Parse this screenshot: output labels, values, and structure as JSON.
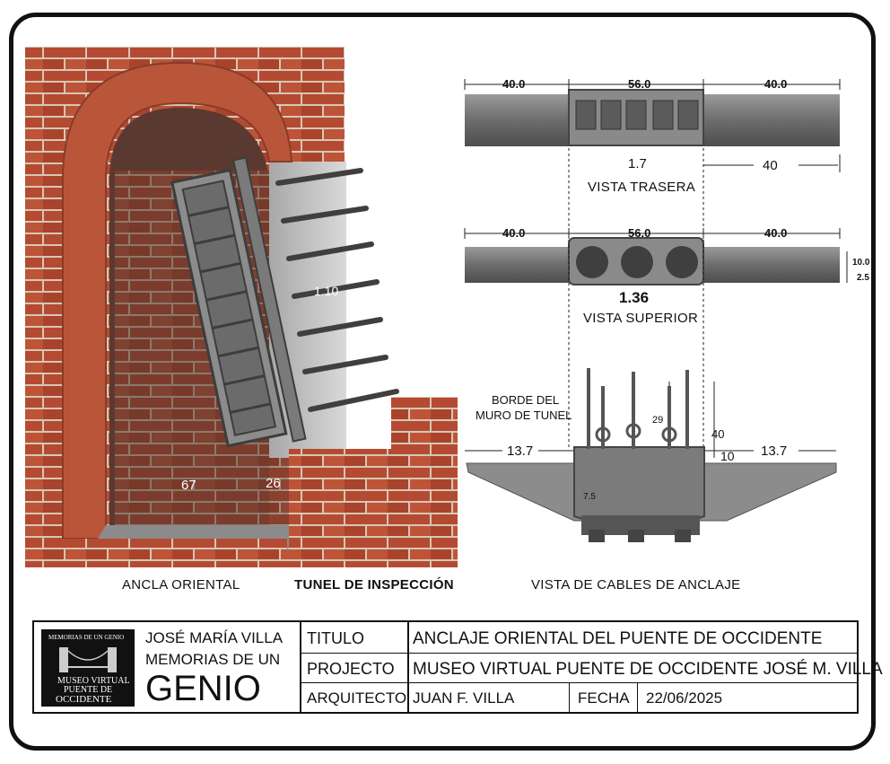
{
  "labels": {
    "dim_40_left": "40.0",
    "dim_56": "56.0",
    "dim_40_right": "40.0",
    "dim_1_7": "1.7",
    "dim_40_rear": "40",
    "vista_trasera": "VISTA TRASERA",
    "dim_40_left_top": "40.0",
    "dim_56_top": "56.0",
    "dim_40_right_top": "40.0",
    "dim_10_0": "10.0",
    "dim_2_5": "2.5",
    "dim_1_36": "1.36",
    "vista_superior": "VISTA SUPERIOR",
    "borde_line1": "BORDE DEL",
    "borde_line2": "MURO DE TUNEL",
    "dim_29": "29",
    "dim_40_cable": "40",
    "dim_13_7_left": "13.7",
    "dim_13_7_right": "13.7",
    "dim_10": "10",
    "dim_7_5": "7.5",
    "dim_1_10": "1.10",
    "dim_67": "67",
    "dim_26": "26",
    "ancla_oriental": "ANCLA ORIENTAL",
    "tunel_inspeccion": "TUNEL DE INSPECCIÓN",
    "vista_cables": "VISTA DE CABLES DE ANCLAJE"
  },
  "title_block": {
    "logo_top": "MEMORIAS DE UN GENIO",
    "logo_line1": "MUSEO VIRTUAL",
    "logo_line2": "PUENTE DE",
    "logo_line3": "OCCIDENTE",
    "author_line1": "JOSÉ MARÍA VILLA",
    "author_line2": "MEMORIAS DE UN",
    "author_line3": "GENIO",
    "titulo_label": "TITULO",
    "titulo_value": "ANCLAJE ORIENTAL DEL PUENTE DE OCCIDENTE",
    "projecto_label": "PROJECTO",
    "projecto_value": "MUSEO VIRTUAL PUENTE DE OCCIDENTE  JOSÉ  M. VILLA",
    "arquitecto_label": "ARQUITECTO",
    "arquitecto_value": "JUAN F. VILLA",
    "fecha_label": "FECHA",
    "fecha_value": "22/06/2025"
  },
  "colors": {
    "brick": "#b34a33",
    "mortar": "#d9c9b8",
    "steel": "#7c7c7c",
    "steel_dark": "#4a4a4a",
    "concrete": "#8f8f8f"
  }
}
